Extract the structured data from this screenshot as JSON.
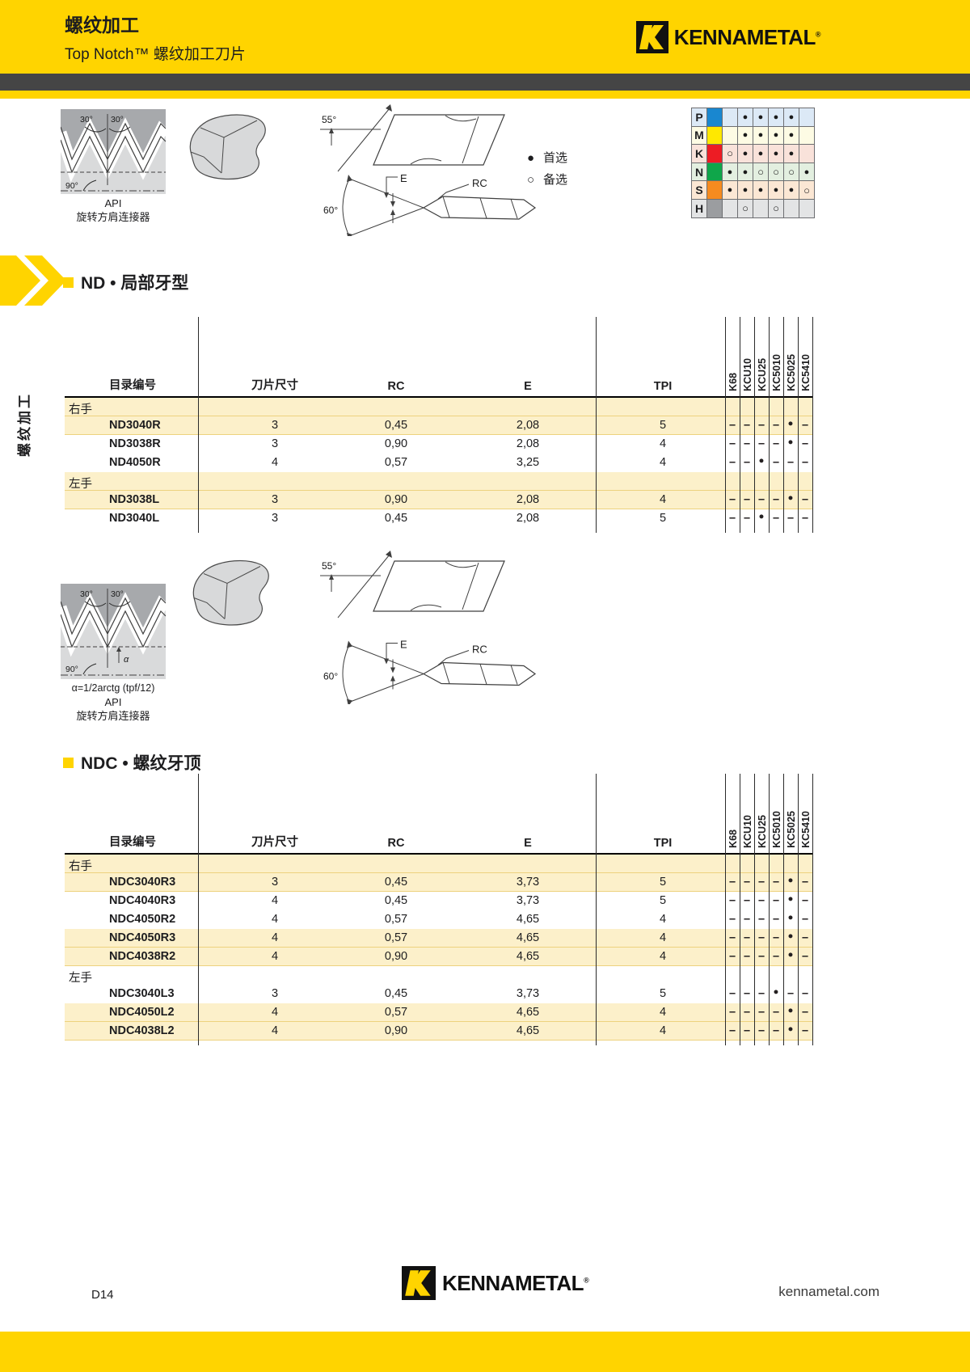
{
  "header": {
    "title": "螺纹加工",
    "subtitle": "Top Notch™ 螺纹加工刀片",
    "brand": "KENNAMETAL",
    "brand_reg": "®",
    "accent_color": "#FFD400"
  },
  "sidebar": {
    "vertical_label": "螺纹加工"
  },
  "legend": {
    "preferred_symbol": "●",
    "preferred_label": "首选",
    "alternate_symbol": "○",
    "alternate_label": "备选"
  },
  "grade_grid": {
    "rows": [
      {
        "label": "P",
        "color": "#1987D0",
        "tint": "#DCE9F6",
        "marks": [
          "",
          "●",
          "●",
          "●",
          "●",
          ""
        ]
      },
      {
        "label": "M",
        "color": "#FFE800",
        "tint": "#FDFBE4",
        "marks": [
          "",
          "●",
          "●",
          "●",
          "●",
          ""
        ]
      },
      {
        "label": "K",
        "color": "#ED1C24",
        "tint": "#F9E2DA",
        "marks": [
          "○",
          "●",
          "●",
          "●",
          "●",
          ""
        ]
      },
      {
        "label": "N",
        "color": "#0FA64A",
        "tint": "#E3EFE0",
        "marks": [
          "●",
          "●",
          "○",
          "○",
          "○",
          "●"
        ]
      },
      {
        "label": "S",
        "color": "#F68B1F",
        "tint": "#FBE7D4",
        "marks": [
          "●",
          "●",
          "●",
          "●",
          "●",
          "○"
        ]
      },
      {
        "label": "H",
        "color": "#9B9DA0",
        "tint": "#E3E4E5",
        "marks": [
          "",
          "○",
          "",
          "○",
          "",
          ""
        ]
      }
    ]
  },
  "figures": {
    "f1": {
      "angle_a": "30°",
      "angle_b": "30°",
      "angle_root": "90°",
      "relief_angle": "55°",
      "point_angle": "60°",
      "dim_e": "E",
      "dim_rc": "RC",
      "caption_line1": "API",
      "caption_line2": "旋转方肩连接器"
    },
    "f2": {
      "angle_a": "30°",
      "angle_b": "30°",
      "angle_root": "90°",
      "alpha": "α",
      "alpha_formula": "α=1/2arctg (tpf/12)",
      "relief_angle": "55°",
      "point_angle": "60°",
      "dim_e": "E",
      "dim_rc": "RC",
      "caption_line1": "API",
      "caption_line2": "旋转方肩连接器"
    }
  },
  "sections": [
    {
      "title": "ND • 局部牙型",
      "columns": [
        "目录编号",
        "刀片尺寸",
        "RC",
        "E",
        "TPI"
      ],
      "grades": [
        "K68",
        "KCU10",
        "KCU25",
        "KC5010",
        "KC5025",
        "KC5410"
      ],
      "rows": [
        {
          "type": "group",
          "label": "右手",
          "hl": true
        },
        {
          "type": "data",
          "part": "ND3040R",
          "size": "3",
          "rc": "0,45",
          "e": "2,08",
          "tpi": "5",
          "marks": [
            "–",
            "–",
            "–",
            "–",
            "●",
            "–"
          ],
          "hl": true
        },
        {
          "type": "data",
          "part": "ND3038R",
          "size": "3",
          "rc": "0,90",
          "e": "2,08",
          "tpi": "4",
          "marks": [
            "–",
            "–",
            "–",
            "–",
            "●",
            "–"
          ],
          "hl": false
        },
        {
          "type": "data",
          "part": "ND4050R",
          "size": "4",
          "rc": "0,57",
          "e": "3,25",
          "tpi": "4",
          "marks": [
            "–",
            "–",
            "●",
            "–",
            "–",
            "–"
          ],
          "hl": false
        },
        {
          "type": "group",
          "label": "左手",
          "hl": true
        },
        {
          "type": "data",
          "part": "ND3038L",
          "size": "3",
          "rc": "0,90",
          "e": "2,08",
          "tpi": "4",
          "marks": [
            "–",
            "–",
            "–",
            "–",
            "●",
            "–"
          ],
          "hl": true
        },
        {
          "type": "data",
          "part": "ND3040L",
          "size": "3",
          "rc": "0,45",
          "e": "2,08",
          "tpi": "5",
          "marks": [
            "–",
            "–",
            "●",
            "–",
            "–",
            "–"
          ],
          "hl": false
        }
      ]
    },
    {
      "title": "NDC • 螺纹牙顶",
      "columns": [
        "目录编号",
        "刀片尺寸",
        "RC",
        "E",
        "TPI"
      ],
      "grades": [
        "K68",
        "KCU10",
        "KCU25",
        "KC5010",
        "KC5025",
        "KC5410"
      ],
      "rows": [
        {
          "type": "group",
          "label": "右手",
          "hl": true
        },
        {
          "type": "data",
          "part": "NDC3040R3",
          "size": "3",
          "rc": "0,45",
          "e": "3,73",
          "tpi": "5",
          "marks": [
            "–",
            "–",
            "–",
            "–",
            "●",
            "–"
          ],
          "hl": true
        },
        {
          "type": "data",
          "part": "NDC4040R3",
          "size": "4",
          "rc": "0,45",
          "e": "3,73",
          "tpi": "5",
          "marks": [
            "–",
            "–",
            "–",
            "–",
            "●",
            "–"
          ],
          "hl": false
        },
        {
          "type": "data",
          "part": "NDC4050R2",
          "size": "4",
          "rc": "0,57",
          "e": "4,65",
          "tpi": "4",
          "marks": [
            "–",
            "–",
            "–",
            "–",
            "●",
            "–"
          ],
          "hl": false
        },
        {
          "type": "data",
          "part": "NDC4050R3",
          "size": "4",
          "rc": "0,57",
          "e": "4,65",
          "tpi": "4",
          "marks": [
            "–",
            "–",
            "–",
            "–",
            "●",
            "–"
          ],
          "hl": true
        },
        {
          "type": "data",
          "part": "NDC4038R2",
          "size": "4",
          "rc": "0,90",
          "e": "4,65",
          "tpi": "4",
          "marks": [
            "–",
            "–",
            "–",
            "–",
            "●",
            "–"
          ],
          "hl": true
        },
        {
          "type": "group",
          "label": "左手",
          "hl": false
        },
        {
          "type": "data",
          "part": "NDC3040L3",
          "size": "3",
          "rc": "0,45",
          "e": "3,73",
          "tpi": "5",
          "marks": [
            "–",
            "–",
            "–",
            "●",
            "–",
            "–"
          ],
          "hl": false
        },
        {
          "type": "data",
          "part": "NDC4050L2",
          "size": "4",
          "rc": "0,57",
          "e": "4,65",
          "tpi": "4",
          "marks": [
            "–",
            "–",
            "–",
            "–",
            "●",
            "–"
          ],
          "hl": true
        },
        {
          "type": "data",
          "part": "NDC4038L2",
          "size": "4",
          "rc": "0,90",
          "e": "4,65",
          "tpi": "4",
          "marks": [
            "–",
            "–",
            "–",
            "–",
            "●",
            "–"
          ],
          "hl": true
        }
      ]
    }
  ],
  "footer": {
    "page_number": "D14",
    "brand": "KENNAMETAL",
    "site": "kennametal.com"
  }
}
